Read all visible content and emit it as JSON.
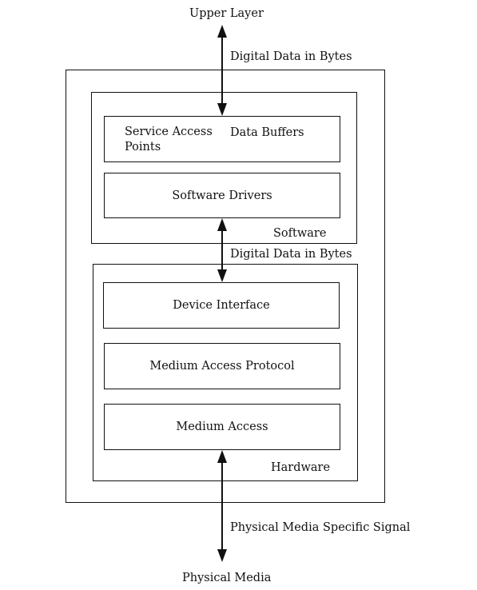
{
  "labels": {
    "upper_layer": "Upper Layer",
    "digital_data_top": "Digital Data in Bytes",
    "digital_data_mid": "Digital Data in Bytes",
    "physical_signal": "Physical Media Specific Signal",
    "physical_media": "Physical Media"
  },
  "software": {
    "label": "Software",
    "service_access_points_line1": "Service Access",
    "service_access_points_line2": "Points",
    "data_buffers": "Data Buffers",
    "software_drivers": "Software Drivers"
  },
  "hardware": {
    "label": "Hardware",
    "device_interface": "Device Interface",
    "medium_access_protocol": "Medium Access Protocol",
    "medium_access": "Medium Access"
  },
  "colors": {
    "stroke": "#111111",
    "background": "#ffffff"
  }
}
